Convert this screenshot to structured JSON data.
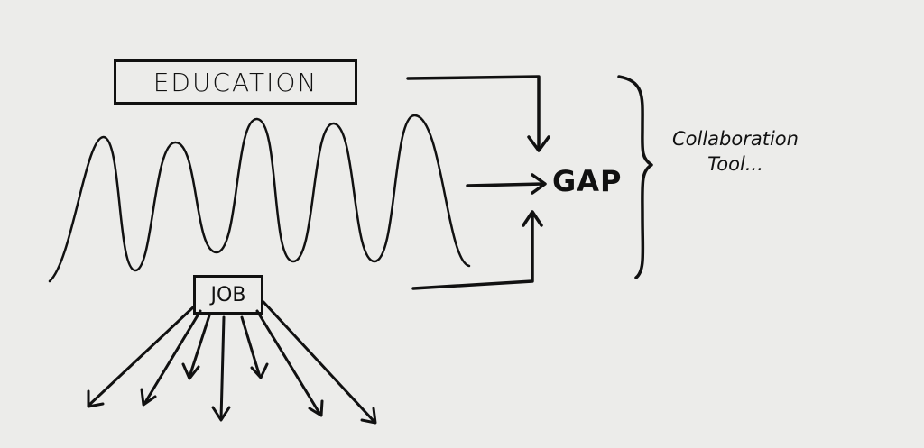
{
  "nodes": {
    "education": "EDUCATION",
    "job": "JOB",
    "gap": "GAP",
    "collaboration_line1": "Collaboration",
    "collaboration_line2": "Tool..."
  }
}
